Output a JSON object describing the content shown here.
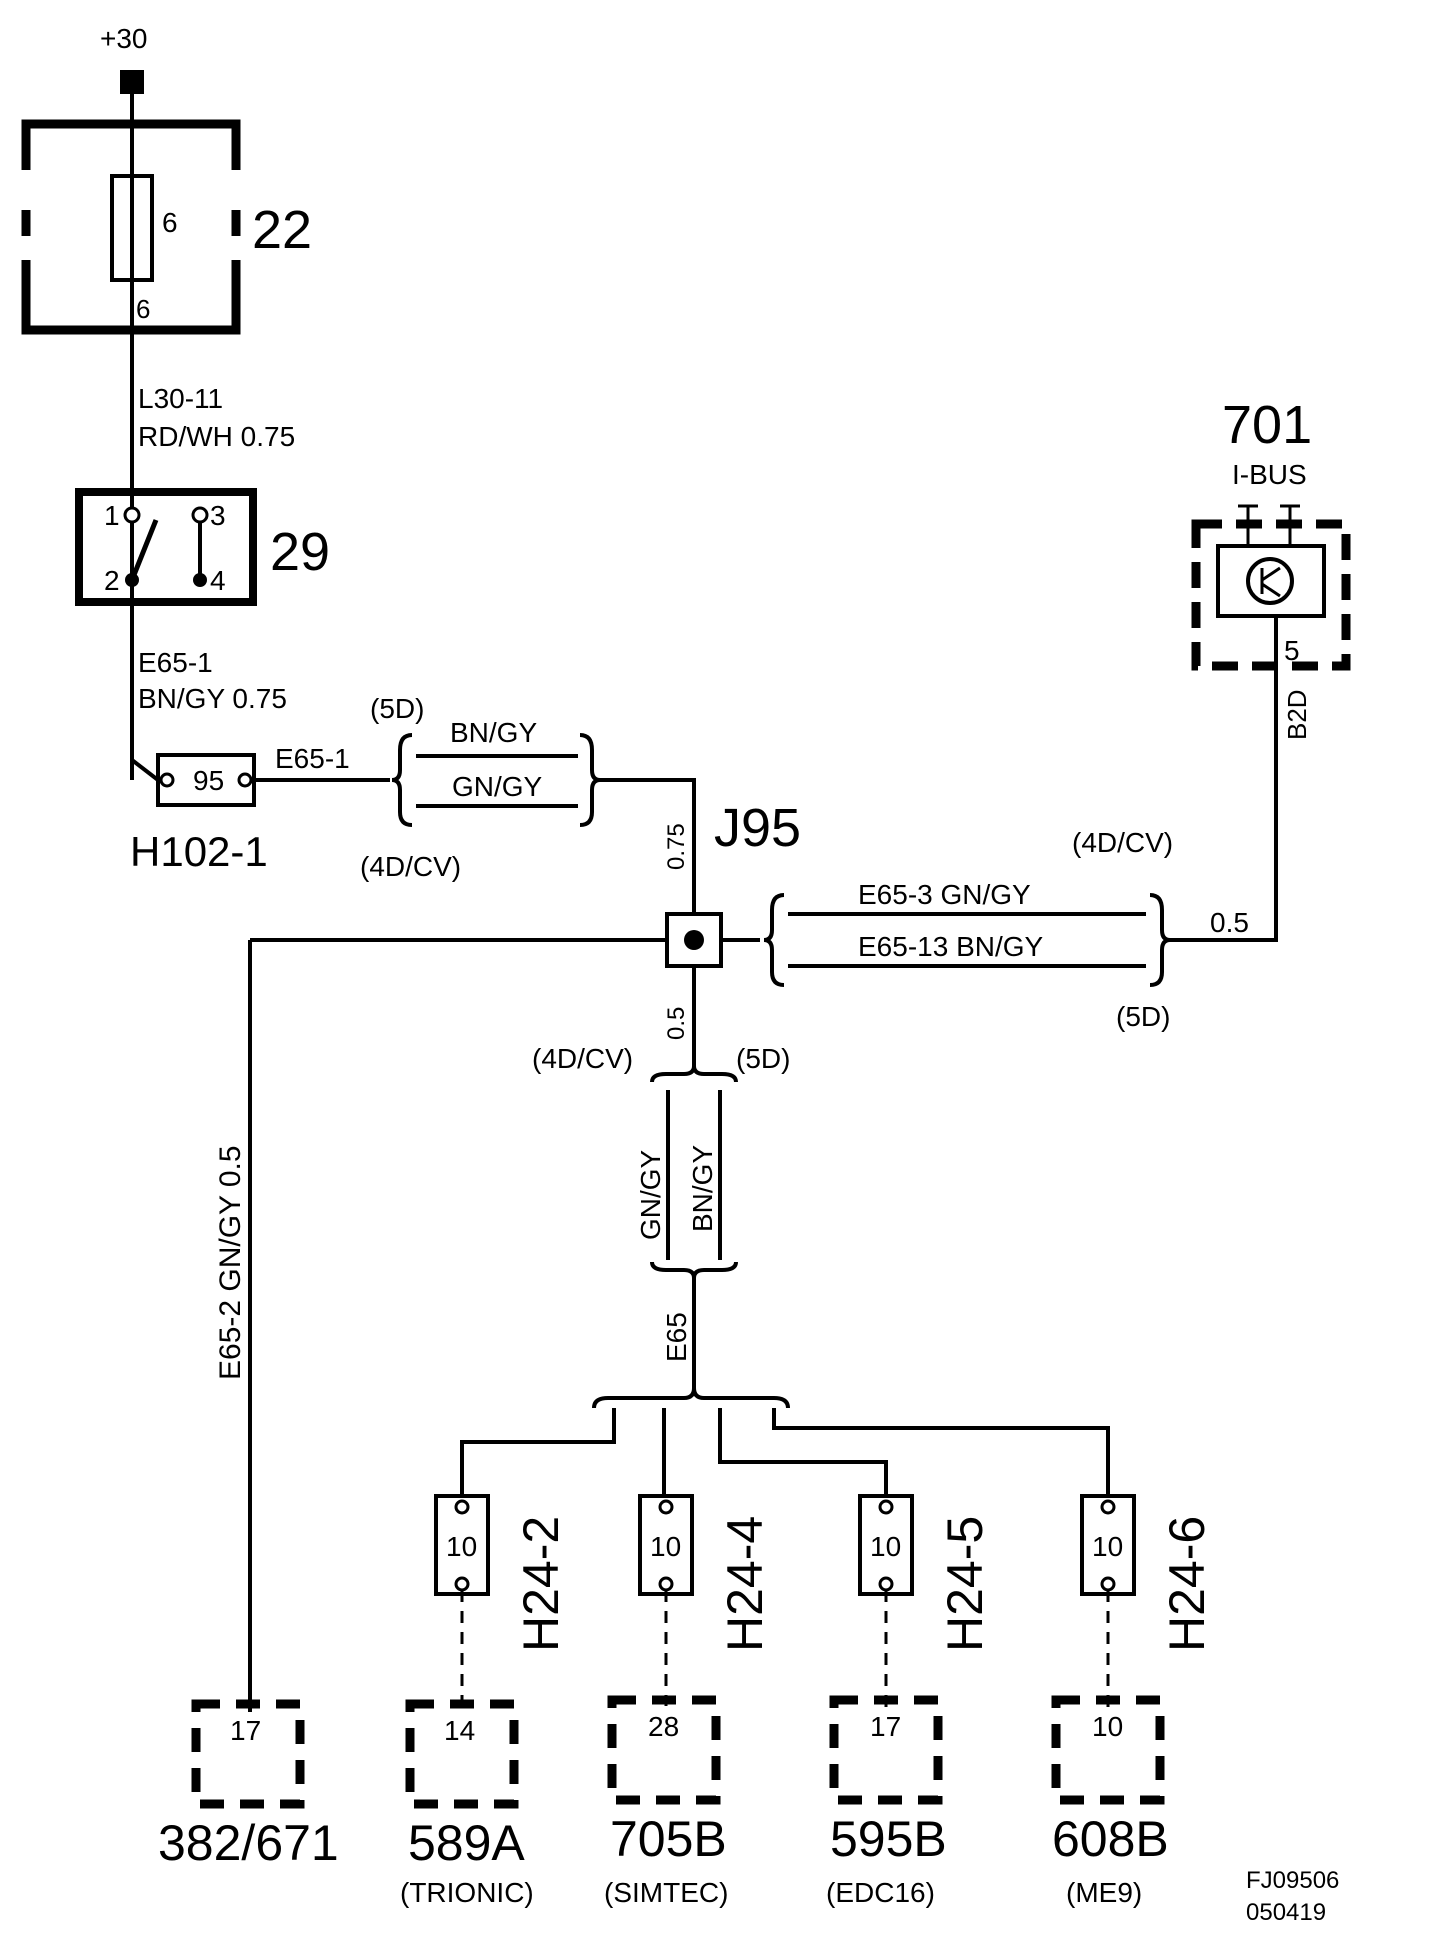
{
  "supply": {
    "label": "+30"
  },
  "fusebox": {
    "id": "22",
    "fuse_number": "6",
    "pin": "6"
  },
  "wire_top": {
    "code": "L30-11",
    "spec": "RD/WH 0.75"
  },
  "switch": {
    "id": "29",
    "pins": [
      "1",
      "2",
      "3",
      "4"
    ]
  },
  "wire_switch": {
    "code": "E65-1",
    "spec": "BN/GY 0.75"
  },
  "connector_h102": {
    "id": "H102-1",
    "pin": "95",
    "wire": "E65-1"
  },
  "bundle_top": {
    "variant_5d": "(5D)",
    "variant_4d": "(4D/CV)",
    "color_1": "BN/GY",
    "color_2": "GN/GY"
  },
  "splice": {
    "id": "J95",
    "wire_up": "0.75",
    "wire_down": "0.5"
  },
  "bundle_right": {
    "variant_4d": "(4D/CV)",
    "variant_5d": "(5D)",
    "line_1": "E65-3   GN/GY",
    "line_2": "E65-13   BN/GY",
    "wire_size": "0.5"
  },
  "ibus_module": {
    "id": "701",
    "label": "I-BUS",
    "pin": "5",
    "wire": "B2D"
  },
  "bundle_down": {
    "variant_4d": "(4D/CV)",
    "variant_5d": "(5D)",
    "color_1": "GN/GY",
    "color_2": "BN/GY",
    "harness": "E65"
  },
  "left_wire": {
    "label": "E65-2  GN/GY  0.5"
  },
  "connectors_h24": [
    {
      "id": "H24-2",
      "pin": "10"
    },
    {
      "id": "H24-4",
      "pin": "10"
    },
    {
      "id": "H24-5",
      "pin": "10"
    },
    {
      "id": "H24-6",
      "pin": "10"
    }
  ],
  "modules": [
    {
      "id": "382/671",
      "pin": "17",
      "name": ""
    },
    {
      "id": "589A",
      "pin": "14",
      "name": "(TRIONIC)"
    },
    {
      "id": "705B",
      "pin": "28",
      "name": "(SIMTEC)"
    },
    {
      "id": "595B",
      "pin": "17",
      "name": "(EDC16)"
    },
    {
      "id": "608B",
      "pin": "10",
      "name": "(ME9)"
    }
  ],
  "footer": {
    "ref": "FJ09506",
    "date": "050419"
  }
}
